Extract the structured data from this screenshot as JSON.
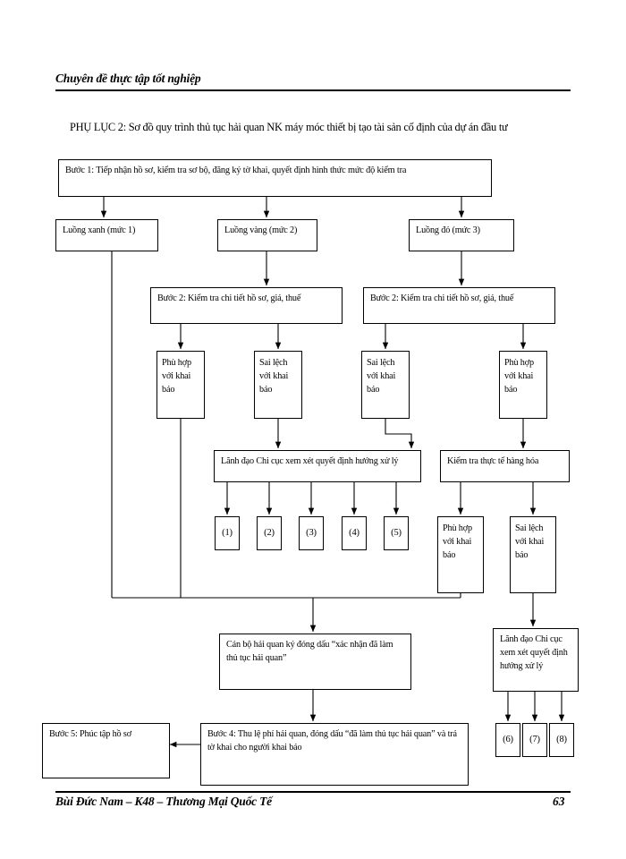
{
  "document": {
    "header_title": "Chuyên đề thực tập tốt nghiệp",
    "footer_author": "Bùi Đức Nam – K48 – Thương Mại Quốc Tế",
    "page_number": "63",
    "figure_caption": "PHỤ LỤC 2: Sơ đồ quy trình thủ tục hải quan NK máy móc thiết bị tạo tài sản cố định của dự án đầu tư"
  },
  "flowchart": {
    "step1": "Bước 1: Tiếp nhận hồ sơ, kiểm tra sơ bộ, đăng ký tờ khai, quyết định hình thức mức độ kiểm tra",
    "channels": [
      {
        "label": "Luồng xanh (mức 1)",
        "color": "#008000"
      },
      {
        "label": "Luồng vàng (mức 2)",
        "color": "#cccc00"
      },
      {
        "label": "Luồng đỏ (mức 3)",
        "color": "#cc0000"
      }
    ],
    "step2_yellow": "Bước 2: Kiểm tra chi tiết hồ sơ, giá, thuế",
    "step2_red": "Bước 2: Kiểm tra chi tiết hồ sơ, giá, thuế",
    "results": [
      "Phù hợp với khai báo",
      "Sai lệch với khai báo",
      "Sai lệch với khai báo",
      "Phù hợp với khai báo"
    ],
    "leader_review_mid": "Lãnh đạo Chi cục xem xét quyết định hướng xử lý",
    "physical_inspection": "Kiểm tra thực tế hàng hóa",
    "outcomes_mid": [
      "(1)",
      "(2)",
      "(3)",
      "(4)",
      "(5)"
    ],
    "inspection_results": [
      "Phù hợp với khai báo",
      "Sai lệch với khai báo"
    ],
    "officer_stamp": "Cán bộ hải quan ký đóng dấu “xác nhận đã làm thủ tục hải quan”",
    "leader_review_right": "Lãnh đạo Chi cục xem xét quyết định hướng xử lý",
    "outcomes_right": [
      "(6)",
      "(7)",
      "(8)"
    ],
    "step5": "Bước 5: Phúc tập hồ sơ",
    "step4": "Bước 4: Thu lệ phí hải quan, đóng dấu “đã làm thủ tục hải quan” và trả tờ khai cho người khai báo"
  }
}
